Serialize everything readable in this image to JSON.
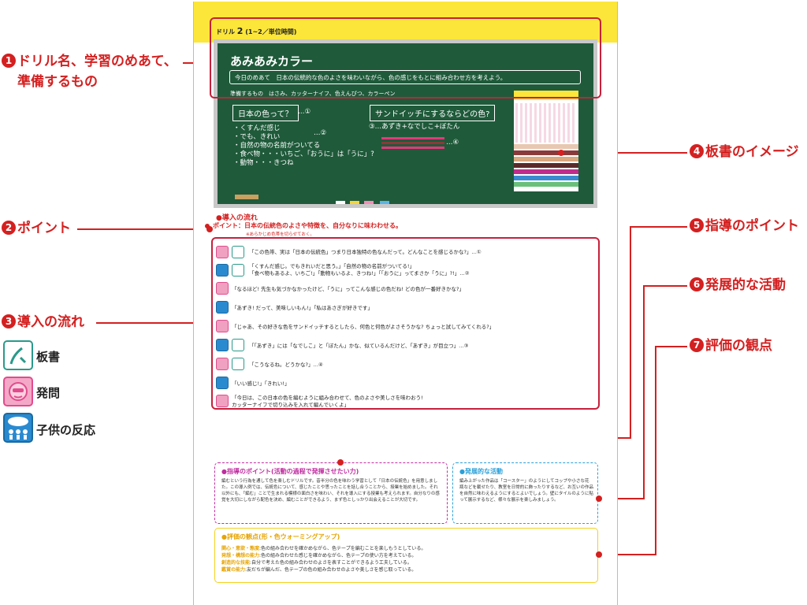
{
  "annotations": {
    "a1_num": "1",
    "a1_line1": "ドリル名、学習のめあて、",
    "a1_line2": "準備するもの",
    "a2_num": "2",
    "a2": "ポイント",
    "a3_num": "3",
    "a3": "導入の流れ",
    "a4_num": "4",
    "a4": "板書のイメージ",
    "a5_num": "5",
    "a5": "指導のポイント",
    "a6_num": "6",
    "a6": "発展的な活動",
    "a7_num": "7",
    "a7": "評価の観点"
  },
  "legend": {
    "board": "板書",
    "question": "発問",
    "reaction": "子供の反応"
  },
  "page": {
    "drill_prefix": "ドリル",
    "drill_number": "2",
    "drill_hours": "(1~2／単位時間)",
    "board": {
      "title": "あみあみカラー",
      "aim": "今日のめあて　日本の伝統的な色のよさを味わいながら、色の感じをもとに組み合わせ方を考えよう。",
      "prep": "準備するもの　はさみ、カッターナイフ、色えんぴつ、カラーペン",
      "box1": "日本の色って？",
      "box1_mark": "…①",
      "list": [
        "・くすんだ感じ",
        "・でも、きれい",
        "・自然の物の名前がついてる",
        "・食べ物・・・いちご、「おうに」は「うに」?",
        "・動物・・・きつね"
      ],
      "list_mark": "…②",
      "box2": "サンドイッチにするならどの色?",
      "box2_sub": "③…あずき+なでしこ+ぼたん",
      "tape_mark": "…④"
    },
    "intro_heading": "●導入の流れ",
    "point": "ポイント：日本の伝統色のよさや特徴を、自分なりに味わわせる。",
    "point_note": "※あらかじめ色帯を切らせておく。",
    "dialog": [
      "「この色帯、実は「日本の伝統色」つまり日本独特の色なんだって。どんなことを感じるかな?」…①",
      "「くすんだ感じ。でもきれいだと思う。」「自然の物の名前がついてる!」",
      "「食べ物もあるよ、いちご!」「動物もいるよ、きつね!」「「おうに」ってまさか「うに」?!」…②",
      "「なるほど! 先生も気づかなかったけど、「うに」ってこんな感じの色だね! どの色が一番好きかな?」",
      "「あずき! だって、美味しいもん!」「私はあさぎが好きです」",
      "「じゃあ、その好きな色をサンドイッチするとしたら、何色と何色がよさそうかな? ちょっと試してみてくれる?」",
      "「「あずき」には「なでしこ」と「ぼたん」かな、似ているんだけど、「あずき」が目立つ」…③",
      "「こうなるね。どうかな?」…④",
      "「いい感じ!」「きれい!」",
      "「今日は、この日本の色を編むように組み合わせて、色のよさや美しさを味わおう!",
      "カッターナイフで切り込みを入れて編んでいくよ」"
    ],
    "guide": {
      "title": "●指導のポイント(活動の過程で発揮させたい力)",
      "body": "編むという行為を通して色を楽しむドリルです。昔半分の色を味わう学習として「日本の伝統色」を用意しました。この導入例では、伝統色について、感じたことや思ったことを話し合うことから、授業を始めました。それ以外にも、「編む」ことで生まれる模様の面白さを味わい、それを導入にする授業も考えられます。自分なりの感覚を大切にしながら配色を決め、編むことができるよう、まず色としっかり出会えることが大切です。"
    },
    "dev": {
      "title": "●発展的な活動",
      "body": "編み上がった作品は「コースター」のようにしてコップや小さな花瓶などを載せたり、教室を日常的に飾ったりするなど、お互いの作品を自然に味わえるようにするとよいでしょう。壁にタイルのように貼って展示するなど、様々な展示を楽しみましょう。"
    },
    "eval": {
      "title": "●評価の観点(形・色ウォーミングアップ)",
      "rows": [
        {
          "label": "関心・意欲・態度",
          "text": "色の組み合わせを確かめながら、色テープを編むことを楽しもうとしている。"
        },
        {
          "label": "発想・構想の能力",
          "text": "色の組み合わせた感じを確かめながら、色テープの使い方を考えている。"
        },
        {
          "label": "創造的な技能",
          "text": "自分で考えた色の組み合わせのよさを表すことができるよう工夫している。"
        },
        {
          "label": "鑑賞の能力",
          "text": "友だちが編んだ、色テープの色の組み合わせのよさや美しさを感じ取っている。"
        }
      ]
    }
  }
}
